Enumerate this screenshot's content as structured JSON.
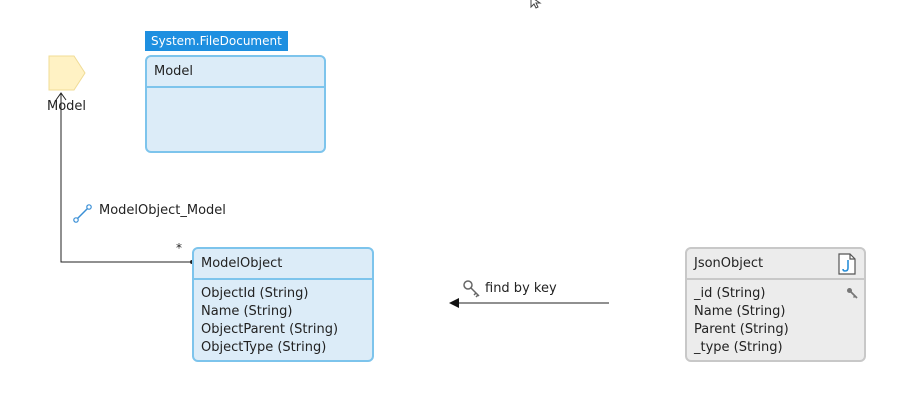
{
  "diagram": {
    "generalization": {
      "label": "System.FileDocument"
    },
    "external_entity": {
      "label": "Model"
    },
    "entities": {
      "model": {
        "name": "Model",
        "attributes": []
      },
      "model_object": {
        "name": "ModelObject",
        "attributes": [
          "ObjectId (String)",
          "Name (String)",
          "ObjectParent (String)",
          "ObjectType (String)"
        ]
      },
      "json_object": {
        "name": "JsonObject",
        "attributes": [
          "_id (String)",
          "Name (String)",
          "Parent (String)",
          "_type (String)"
        ]
      }
    },
    "association": {
      "name": "ModelObject_Model",
      "multiplicity": "*"
    },
    "mapping": {
      "label": "find by key"
    }
  },
  "icons": {
    "association": "association-icon",
    "key": "key-icon",
    "json_document": "json-document-icon",
    "cursor": "mouse-cursor-icon"
  },
  "colors": {
    "entity_fill": "#dcecf8",
    "entity_border": "#7dc4ec",
    "generalization_tag": "#1e8fe0",
    "json_fill": "#ececec",
    "json_border": "#c8c8c8",
    "pentagon_fill": "#fff2c4"
  }
}
